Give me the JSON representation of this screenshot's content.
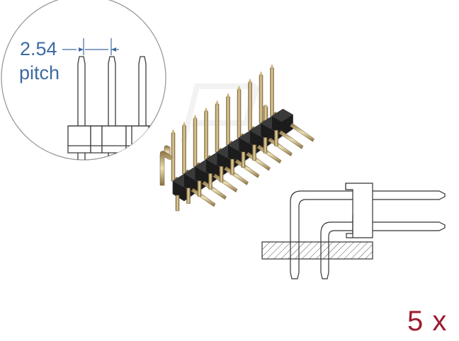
{
  "detail_callout": {
    "pitch_value": "2.54",
    "pitch_label": "pitch"
  },
  "quantity_label": "5 x",
  "colors": {
    "dimension_text": "#3d6aa3",
    "quantity_text": "#9b1b30",
    "header_body": "#1c1c1c",
    "pin_gold": "#b89a5a",
    "line_drawing": "#333333"
  },
  "icons": [
    "magnifier-circle",
    "pin-header-photo",
    "cross-section-drawing"
  ]
}
